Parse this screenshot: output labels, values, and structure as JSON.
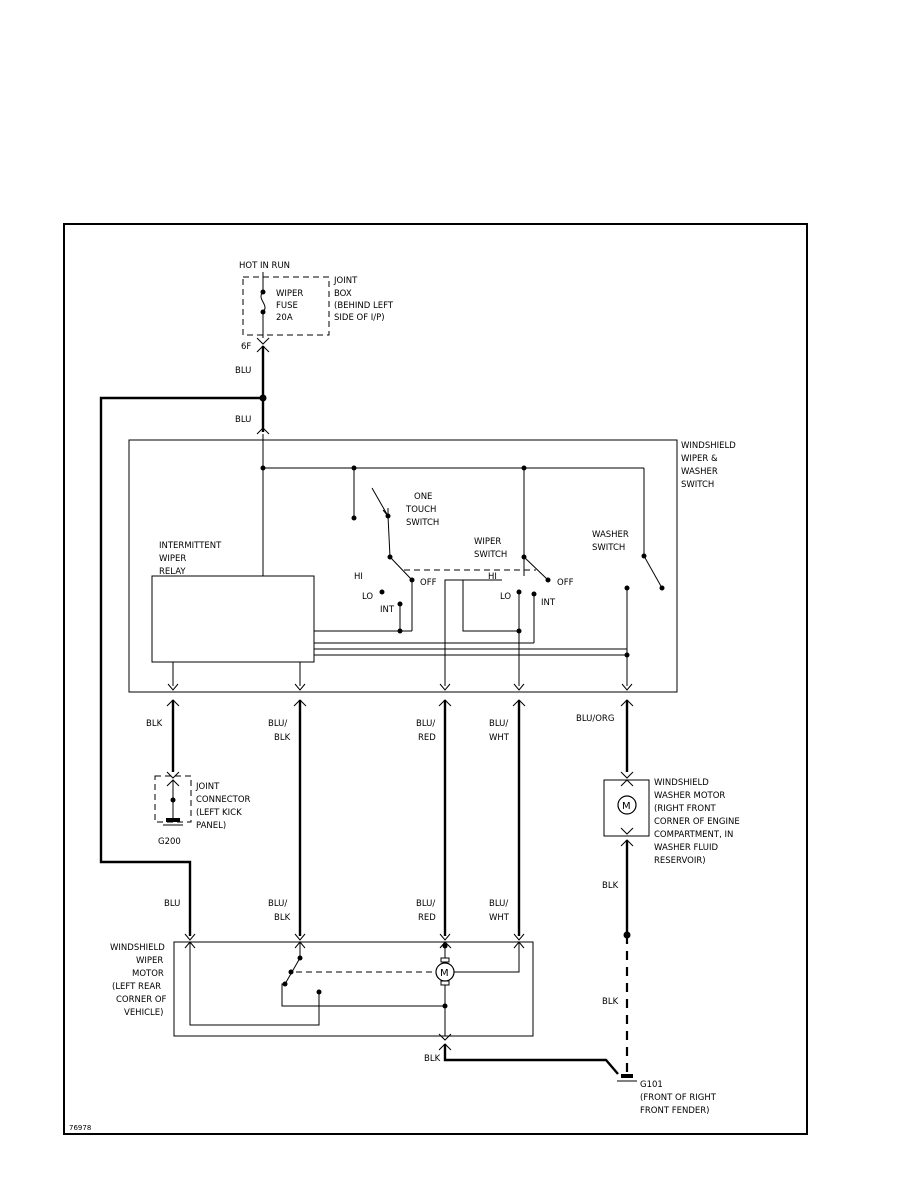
{
  "power": {
    "hot_in_run": "HOT IN RUN",
    "fuse_label": [
      "WIPER",
      "FUSE",
      "20A"
    ],
    "joint_box": [
      "JOINT",
      "BOX",
      "(BEHIND LEFT",
      "SIDE OF I/P)"
    ],
    "connector_6f": "6F"
  },
  "wires": {
    "blu_top": "BLU",
    "blu_mid": "BLU",
    "blk_left": "BLK",
    "blu_blk": [
      "BLU/",
      "BLK"
    ],
    "blu_red": [
      "BLU/",
      "RED"
    ],
    "blu_wht": [
      "BLU/",
      "WHT"
    ],
    "blu_org": "BLU/ORG",
    "blu_lower": "BLU",
    "blu_blk_lower": [
      "BLU/",
      "BLK"
    ],
    "blu_red_lower": [
      "BLU/",
      "RED"
    ],
    "blu_wht_lower": [
      "BLU/",
      "WHT"
    ],
    "blk_washer": "BLK",
    "blk_washer_lower": "BLK",
    "blk_wiper_ground": "BLK"
  },
  "switch": {
    "title": [
      "WINDSHIELD",
      "WIPER &",
      "WASHER",
      "SWITCH"
    ],
    "one_touch": [
      "ONE",
      "TOUCH",
      "SWITCH"
    ],
    "wiper_switch": [
      "WIPER",
      "SWITCH"
    ],
    "washer_switch": [
      "WASHER",
      "SWITCH"
    ],
    "relay": [
      "INTERMITTENT",
      "WIPER",
      "RELAY"
    ],
    "positions_a": {
      "hi": "HI",
      "lo": "LO",
      "int": "INT",
      "off": "OFF"
    },
    "positions_b": {
      "hi": "HI",
      "lo": "LO",
      "int": "INT",
      "off": "OFF"
    }
  },
  "joint_connector": {
    "label": [
      "JOINT",
      "CONNECTOR",
      "(LEFT KICK",
      "PANEL)"
    ],
    "ground": "G200"
  },
  "washer_motor": {
    "label": [
      "WINDSHIELD",
      "WASHER MOTOR",
      "(RIGHT FRONT",
      "CORNER OF ENGINE",
      "COMPARTMENT, IN",
      "WASHER FLUID",
      "RESERVOIR)"
    ],
    "symbol": "M"
  },
  "wiper_motor": {
    "label": [
      "WINDSHIELD",
      "WIPER",
      "MOTOR",
      "(LEFT REAR",
      "CORNER OF",
      "VEHICLE)"
    ],
    "symbol": "M"
  },
  "ground_g101": {
    "label": [
      "G101",
      "(FRONT OF RIGHT",
      "FRONT FENDER)"
    ]
  },
  "figure_number": "76978"
}
